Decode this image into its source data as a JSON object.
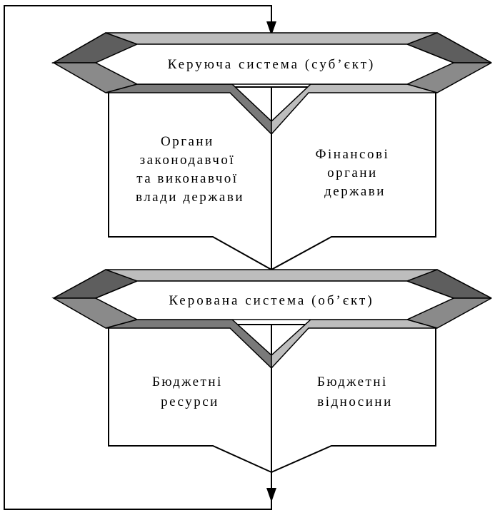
{
  "colors": {
    "line": "#000000",
    "bevel_dark": "#5a5a5a",
    "bevel_mid": "#9a9a9a",
    "bevel_light": "#d8d8d8",
    "fill": "#ffffff"
  },
  "subject_system": {
    "title": "Керуюча система (суб’єкт)",
    "left_box": [
      "Органи",
      "законодавчої",
      "та виконавчої",
      "влади держави"
    ],
    "right_box": [
      "Фінансові",
      "органи",
      "держави"
    ]
  },
  "object_system": {
    "title": "Керована система (об’єкт)",
    "left_box": [
      "Бюджетні",
      "ресурси"
    ],
    "right_box": [
      "Бюджетні",
      "відносини"
    ]
  }
}
